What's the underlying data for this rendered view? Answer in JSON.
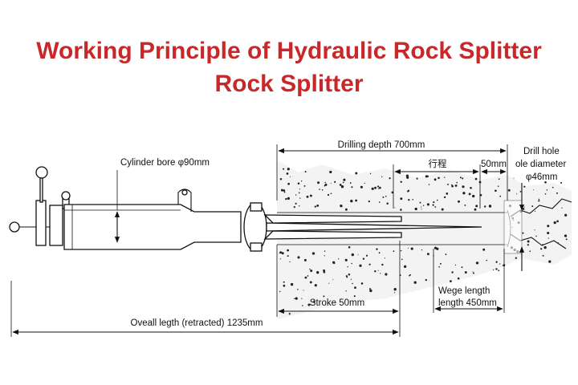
{
  "title": {
    "line1": "Working Principle of Hydraulic Rock Splitter",
    "line2": "Rock Splitter"
  },
  "labels": {
    "cylinder_bore": "Cylinder bore φ90mm",
    "drilling_depth": "Drilling depth 700mm",
    "stroke_cn": "行程",
    "fifty_mm": "50mm",
    "drill_hole_1": "Drill hole",
    "drill_hole_2": "ole diameter",
    "drill_hole_3": "φ46mm",
    "wedge_1": "Wege length",
    "wedge_2": "length 450mm",
    "stroke": "Stroke 50mm",
    "overall": "Oveall legth (retracted) 1235mm"
  }
}
